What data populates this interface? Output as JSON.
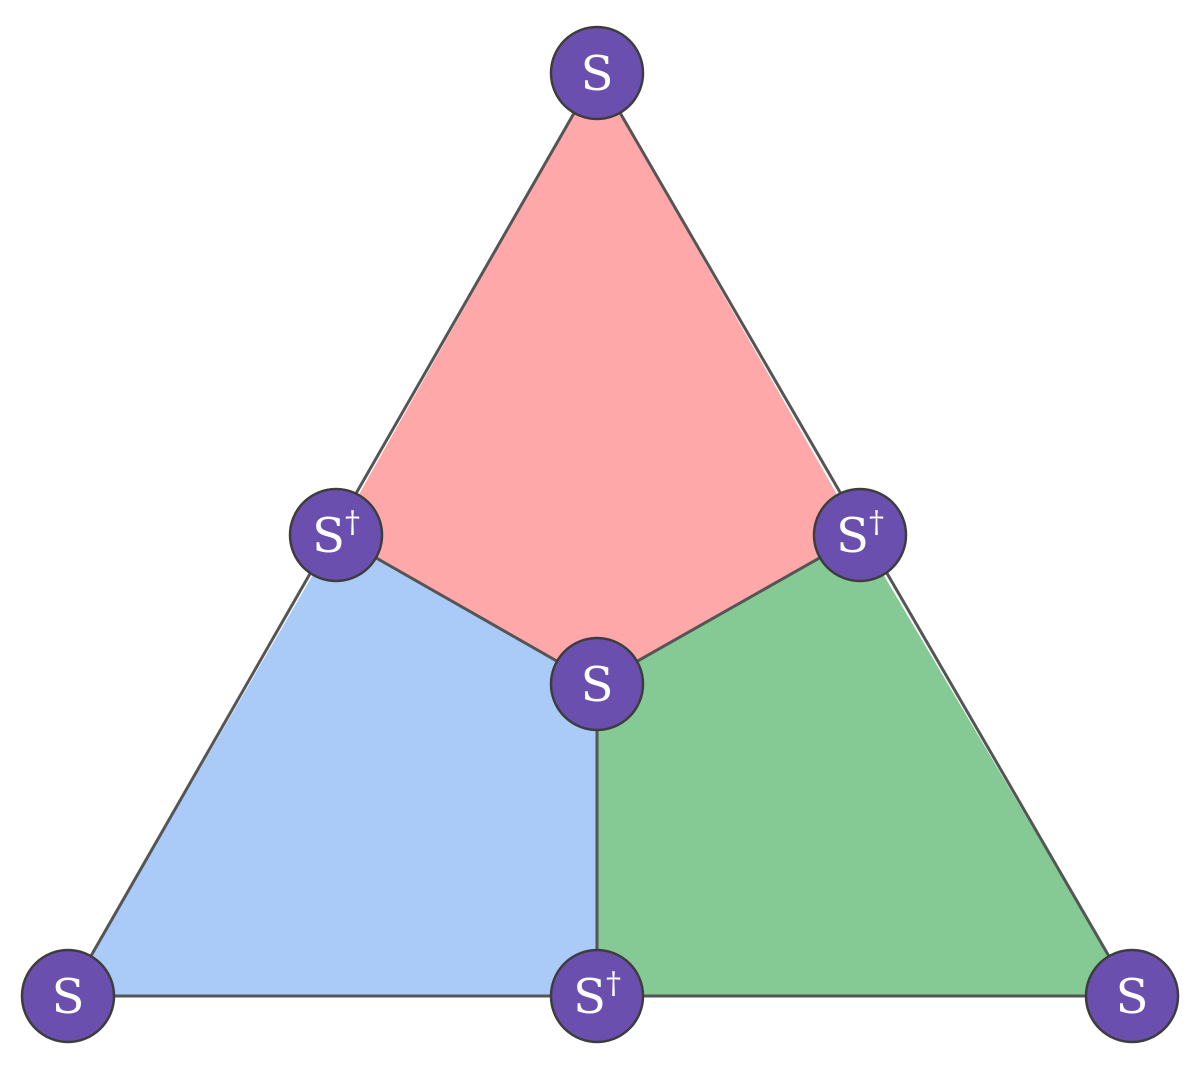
{
  "colors": {
    "top_face": "#FFA8AA",
    "left_face": "#AACBF8",
    "right_face": "#85C995",
    "node_fill": "#6B4FAE",
    "edge": "#555555"
  },
  "nodes": {
    "top": {
      "label": "S",
      "dagger": ""
    },
    "upper_left": {
      "label": "S",
      "dagger": "†"
    },
    "upper_right": {
      "label": "S",
      "dagger": "†"
    },
    "center": {
      "label": "S",
      "dagger": ""
    },
    "bottom_left": {
      "label": "S",
      "dagger": ""
    },
    "bottom_mid": {
      "label": "S",
      "dagger": "†"
    },
    "bottom_right": {
      "label": "S",
      "dagger": ""
    }
  }
}
